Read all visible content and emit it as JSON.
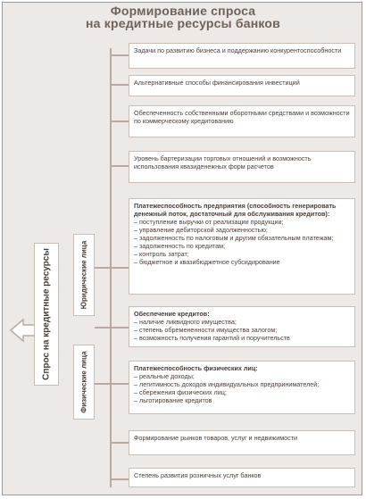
{
  "title": {
    "line1": "Формирование спроса",
    "line2": "на кредитные ресурсы банков"
  },
  "left": {
    "main_label": "Спрос на кредитные ресурсы",
    "legal_label": "Юридические лица",
    "individual_label": "Физические лица"
  },
  "boxes": {
    "b1": "Задачи по развитию бизнеса и поддержанию конкурентоспособности",
    "b2": "Альтернативные способы финансирования инвестиций",
    "b3": "Обеспеченность собственными оборотными средствами и возможности по коммерческому кредитованию",
    "b4": "Уровень бартеризации торговых отношений и возможность использования квазиденежных форм расчетов",
    "b5": {
      "heading": "Платежеспособность предприятия (способность генерировать денежный поток, достаточный для обслуживания кредитов):",
      "items": [
        "поступление выручки от реализации продукции;",
        "управление дебиторской задолженностью;",
        "задолженность по налоговым и другим обязательным платежам;",
        "задолженность по кредитам;",
        "контроль затрат;",
        "бюджетное и квазибюджетное субсидирование"
      ]
    },
    "b6": {
      "heading": "Обеспечение кредитов:",
      "items": [
        "наличие ликвидного имущества;",
        "степень обремененности имущества залогом;",
        "возможность получения гарантий и поручительств"
      ]
    },
    "b7": {
      "heading": "Платежеспособность физических лиц:",
      "items": [
        "реальные доходы;",
        "легитимность доходов индивидуальных предпринимателей;",
        "сбережения физических лиц;",
        "льготирование кредитов"
      ]
    },
    "b8": "Формирование рынков товаров, услуг и недвижимости",
    "b9": "Степень развития розничных услуг банков"
  },
  "colors": {
    "background": "#ece9e6",
    "box_border": "#c9bdb4",
    "text": "#4a3c35",
    "title": "#6f625b",
    "connector": "#b8aaa1"
  }
}
